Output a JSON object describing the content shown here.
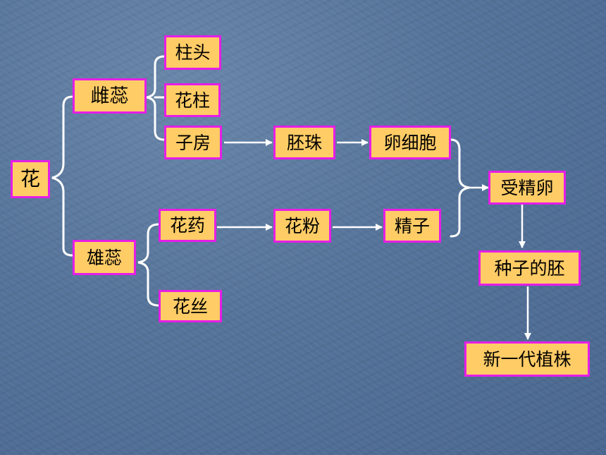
{
  "nodes": {
    "flower": "花",
    "pistil": "雌蕊",
    "stigma": "柱头",
    "style": "花柱",
    "ovary": "子房",
    "ovule": "胚珠",
    "egg_cell": "卵细胞",
    "stamen": "雄蕊",
    "anther": "花药",
    "filament": "花丝",
    "pollen": "花粉",
    "sperm": "精子",
    "zygote": "受精卵",
    "seed_embryo": "种子的胚",
    "new_plant": "新一代植株"
  },
  "colors": {
    "box_fill": "#ffcc66",
    "box_border": "#e61ee6",
    "line": "#ffffff",
    "background": "#55739a"
  }
}
